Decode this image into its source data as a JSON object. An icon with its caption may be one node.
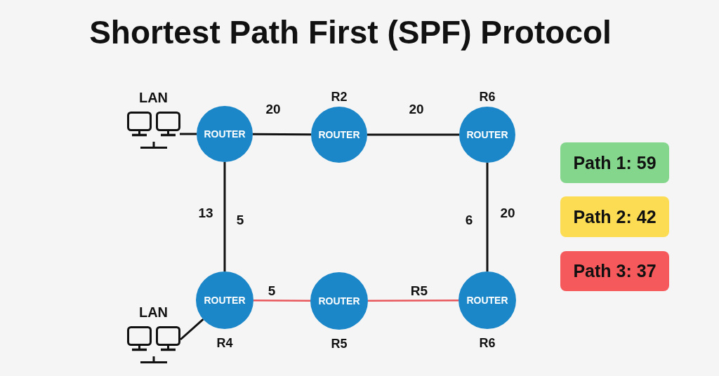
{
  "diagram": {
    "title": "Shortest Path First (SPF) Protocol",
    "nodes": [
      {
        "text": [
          "LAN"
        ]
      },
      {
        "text": [
          "ROUTER"
        ]
      },
      {
        "text": [
          "R2",
          "ROUTER"
        ]
      },
      {
        "text": [
          "R6",
          "ROUTER"
        ]
      },
      {
        "text": [
          "Path 1: 59"
        ]
      },
      {
        "text": [
          "Path 2: 42"
        ]
      },
      {
        "text": [
          "Path 3: 37"
        ]
      },
      {
        "text": [
          "ROUTER",
          "R4"
        ]
      },
      {
        "text": [
          "ROUTER",
          "R5"
        ]
      },
      {
        "text": [
          "ROUTER",
          "R6"
        ]
      },
      {
        "text": [
          "LAN"
        ]
      }
    ],
    "edges": [
      {
        "from": 0,
        "to": 1,
        "arrow": "none"
      },
      {
        "from": 1,
        "to": 2,
        "label": "20",
        "arrow": "none"
      },
      {
        "from": 2,
        "to": 3,
        "label": "20",
        "arrow": "none"
      },
      {
        "from": 1,
        "to": 7,
        "label": "13",
        "arrow": "none"
      },
      {
        "from": 3,
        "to": 9,
        "label": "6",
        "arrow": "none"
      },
      {
        "from": 7,
        "to": 8,
        "label": "5",
        "arrow": "none",
        "color": "#e8575b"
      },
      {
        "from": 8,
        "to": 9,
        "label": "R5",
        "arrow": "none",
        "color": "#e8575b"
      },
      {
        "from": 7,
        "to": 10,
        "arrow": "none"
      }
    ],
    "labels": [
      "5",
      "20"
    ]
  }
}
